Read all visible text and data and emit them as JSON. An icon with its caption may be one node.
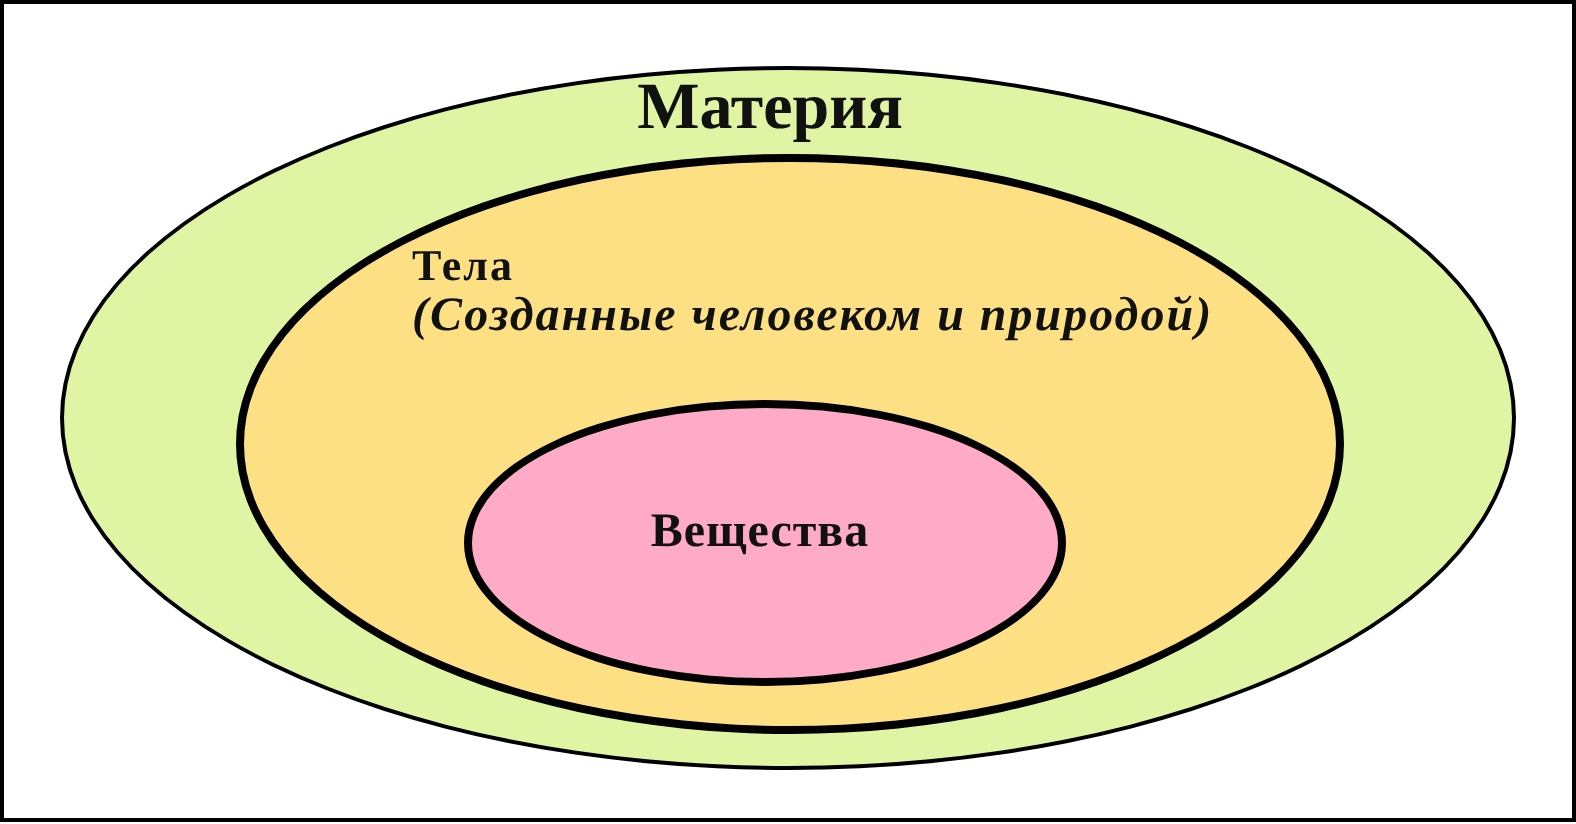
{
  "diagram": {
    "nodes": [
      {
        "text": [
          "Материя"
        ]
      },
      {
        "text": [
          "Тела",
          "(Созданные человеком и природой)"
        ],
        "in": 0
      },
      {
        "text": [
          "Вещества"
        ],
        "in": 1
      }
    ]
  }
}
